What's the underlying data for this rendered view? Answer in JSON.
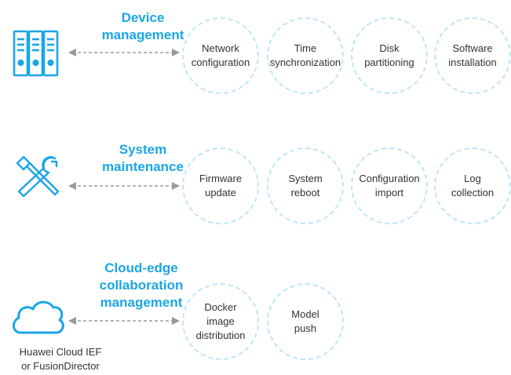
{
  "colors": {
    "accent": "#1aa6e6",
    "circle_border": "#bfe6f7",
    "arrow": "#9a9a9a",
    "text": "#333333"
  },
  "rows": [
    {
      "title": "Device\nmanagement",
      "icon": "server-rack-icon",
      "items": [
        "Network\nconfiguration",
        "Time\nsynchronization",
        "Disk\npartitioning",
        "Software\ninstallation"
      ]
    },
    {
      "title": "System\nmaintenance",
      "icon": "tools-wrench-screwdriver-icon",
      "items": [
        "Firmware\nupdate",
        "System\nreboot",
        "Configuration\nimport",
        "Log\ncollection"
      ]
    },
    {
      "title": "Cloud-edge\ncollaboration\nmanagement",
      "icon": "cloud-icon",
      "items": [
        "Docker\nimage\ndistribution",
        "Model\npush"
      ]
    }
  ],
  "cloud_caption": "Huawei Cloud IEF\nor FusionDirector"
}
